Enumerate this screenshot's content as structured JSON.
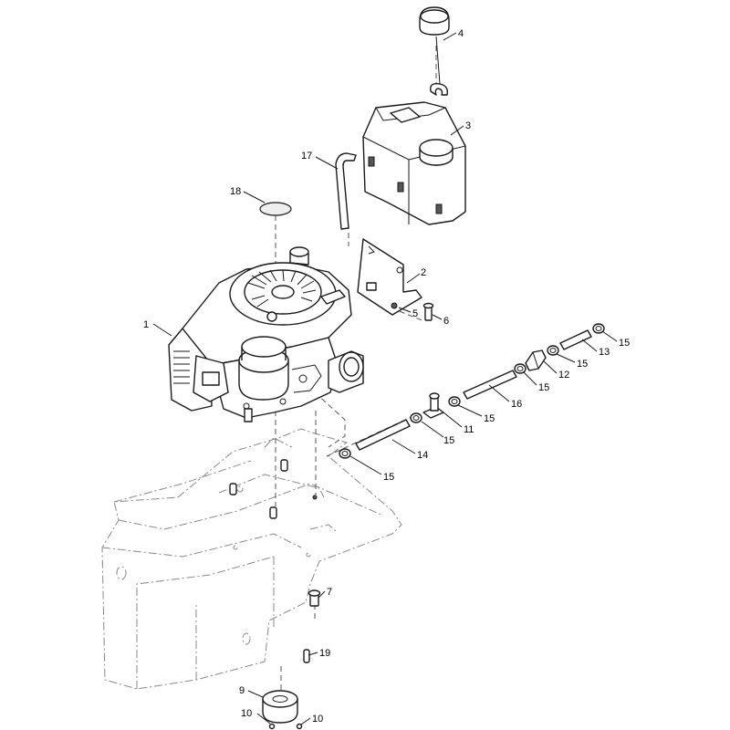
{
  "callouts": [
    {
      "id": "c1",
      "label": "1"
    },
    {
      "id": "c2",
      "label": "2"
    },
    {
      "id": "c3",
      "label": "3"
    },
    {
      "id": "c4",
      "label": "4"
    },
    {
      "id": "c5",
      "label": "5"
    },
    {
      "id": "c6",
      "label": "6"
    },
    {
      "id": "c7",
      "label": "7"
    },
    {
      "id": "c9",
      "label": "9"
    },
    {
      "id": "c10a",
      "label": "10"
    },
    {
      "id": "c10b",
      "label": "10"
    },
    {
      "id": "c11",
      "label": "11"
    },
    {
      "id": "c12",
      "label": "12"
    },
    {
      "id": "c13",
      "label": "13"
    },
    {
      "id": "c14",
      "label": "14"
    },
    {
      "id": "c15a",
      "label": "15"
    },
    {
      "id": "c15b",
      "label": "15"
    },
    {
      "id": "c15c",
      "label": "15"
    },
    {
      "id": "c15d",
      "label": "15"
    },
    {
      "id": "c15e",
      "label": "15"
    },
    {
      "id": "c15f",
      "label": "15"
    },
    {
      "id": "c16",
      "label": "16"
    },
    {
      "id": "c17",
      "label": "17"
    },
    {
      "id": "c18",
      "label": "18"
    },
    {
      "id": "c19",
      "label": "19"
    }
  ],
  "colors": {
    "line": "#1a1a1a",
    "phantom": "#888888",
    "background": "#ffffff"
  }
}
